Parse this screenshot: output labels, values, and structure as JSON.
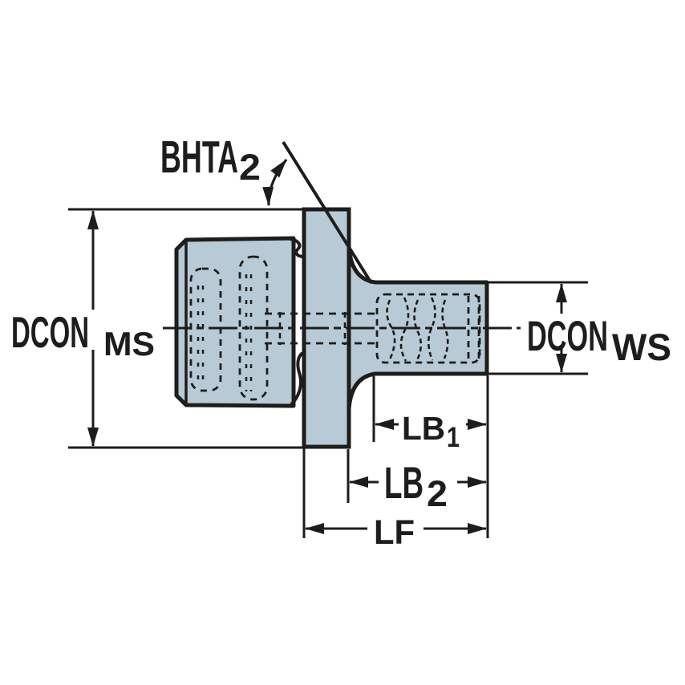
{
  "diagram": {
    "description": "Technical side-view dimension drawing of a cylindrical tool adaptor with flange, threaded pilot and dimension callouts",
    "colors": {
      "body_fill": "#b7cad6",
      "line": "#1d1d1b",
      "background": "#ffffff"
    },
    "labels": {
      "bhta2": {
        "base": "BHTA",
        "sub": "2"
      },
      "dcon_ms": {
        "base": "DCON",
        "sub": "MS"
      },
      "dcon_ws": {
        "base": "DCON",
        "sub": "WS"
      },
      "lb1": {
        "base": "LB",
        "sub": "1"
      },
      "lb2": {
        "base": "LB",
        "sub": "2"
      },
      "lf": {
        "base": "LF"
      }
    }
  }
}
